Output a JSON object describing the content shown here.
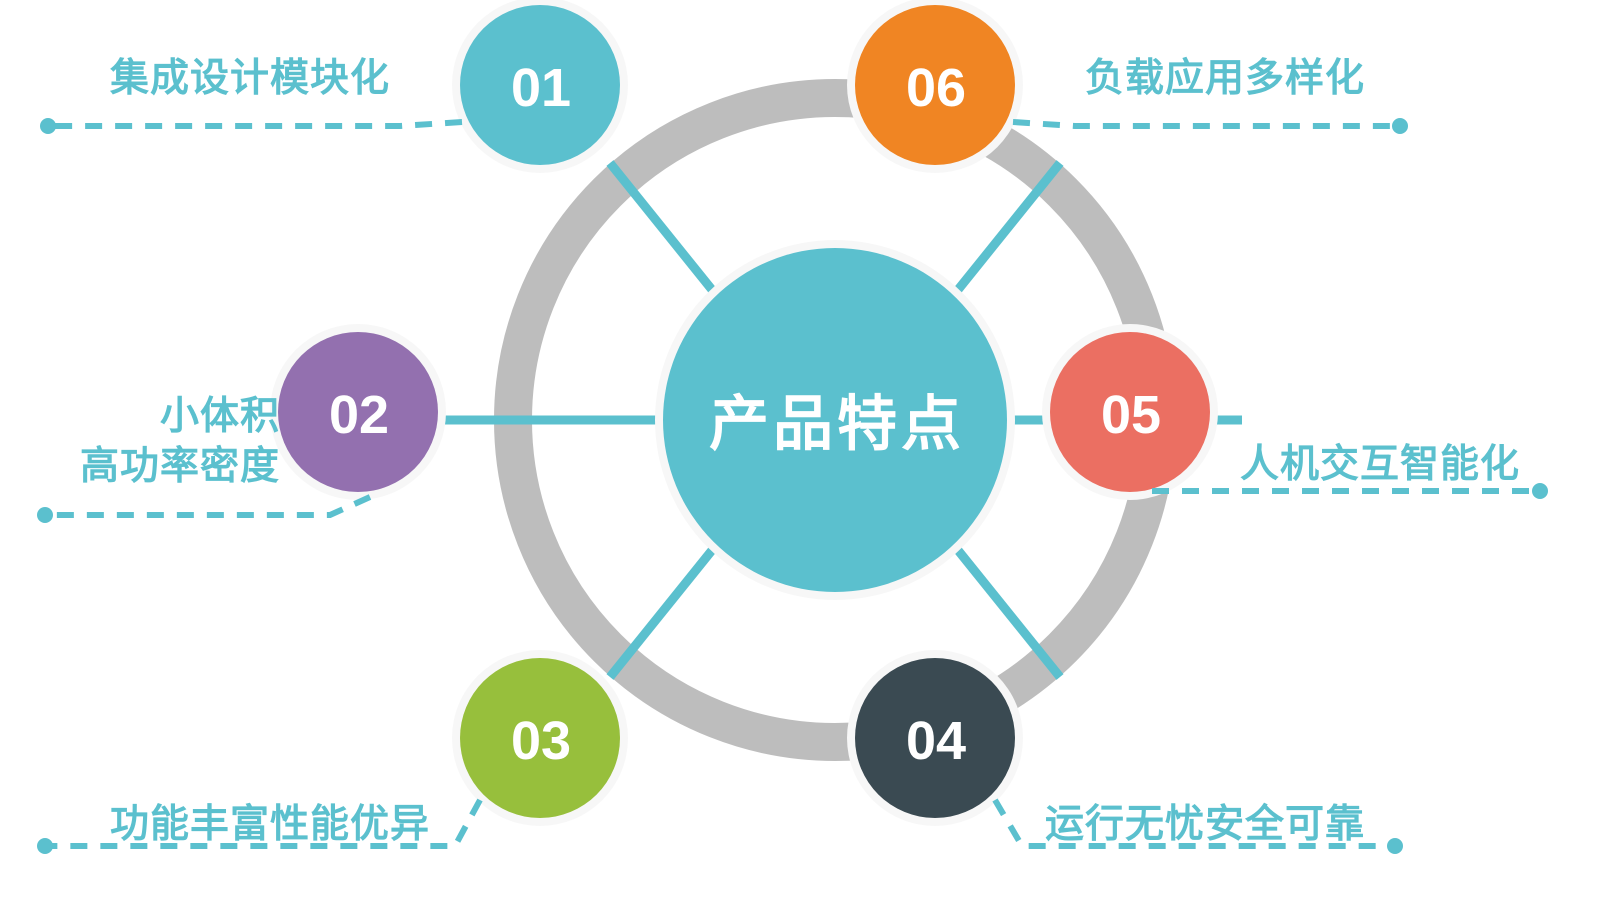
{
  "title": "产品特点",
  "hub": {
    "label": "产品特点",
    "color": "#5BC0CE",
    "text_color": "#FFFFFF"
  },
  "theme": {
    "ring_color": "#BDBDBD",
    "spoke_color": "#5BC0CE",
    "caption_color": "#5BC0CE",
    "connector_color": "#5BC0CE",
    "halo_color": "#F7F7F7",
    "background": "#FFFFFF"
  },
  "nodes": [
    {
      "number": "01",
      "caption": "集成设计模块化",
      "caption_lines": [
        "集成设计模块化"
      ],
      "color": "#5BC0CE",
      "position": "top-left",
      "angle_deg": -120
    },
    {
      "number": "02",
      "caption": "小体积 高功率密度",
      "caption_lines": [
        "小体积",
        "高功率密度"
      ],
      "color": "#9370AF",
      "position": "left",
      "angle_deg": 180
    },
    {
      "number": "03",
      "caption": "功能丰富性能优异",
      "caption_lines": [
        "功能丰富性能优异"
      ],
      "color": "#97BF3C",
      "position": "bottom-left",
      "angle_deg": 120
    },
    {
      "number": "04",
      "caption": "运行无忧安全可靠",
      "caption_lines": [
        "运行无忧安全可靠"
      ],
      "color": "#3A4A52",
      "position": "bottom-right",
      "angle_deg": 60
    },
    {
      "number": "05",
      "caption": "人机交互智能化",
      "caption_lines": [
        "人机交互智能化"
      ],
      "color": "#EB6F62",
      "position": "right",
      "angle_deg": 0
    },
    {
      "number": "06",
      "caption": "负载应用多样化",
      "caption_lines": [
        "负载应用多样化"
      ],
      "color": "#F08523",
      "position": "top-right",
      "angle_deg": -60
    }
  ],
  "chart_data": {
    "type": "diagram",
    "diagram_style": "hub-and-spoke circular infographic",
    "center_label": "产品特点",
    "categories": [
      "01",
      "02",
      "03",
      "04",
      "05",
      "06"
    ],
    "labels": [
      "集成设计模块化",
      "小体积\n高功率密度",
      "功能丰富性能优异",
      "运行无忧安全可靠",
      "人机交互智能化",
      "负载应用多样化"
    ],
    "colors": [
      "#5BC0CE",
      "#9370AF",
      "#97BF3C",
      "#3A4A52",
      "#EB6F62",
      "#F08523"
    ],
    "title": "产品特点"
  }
}
